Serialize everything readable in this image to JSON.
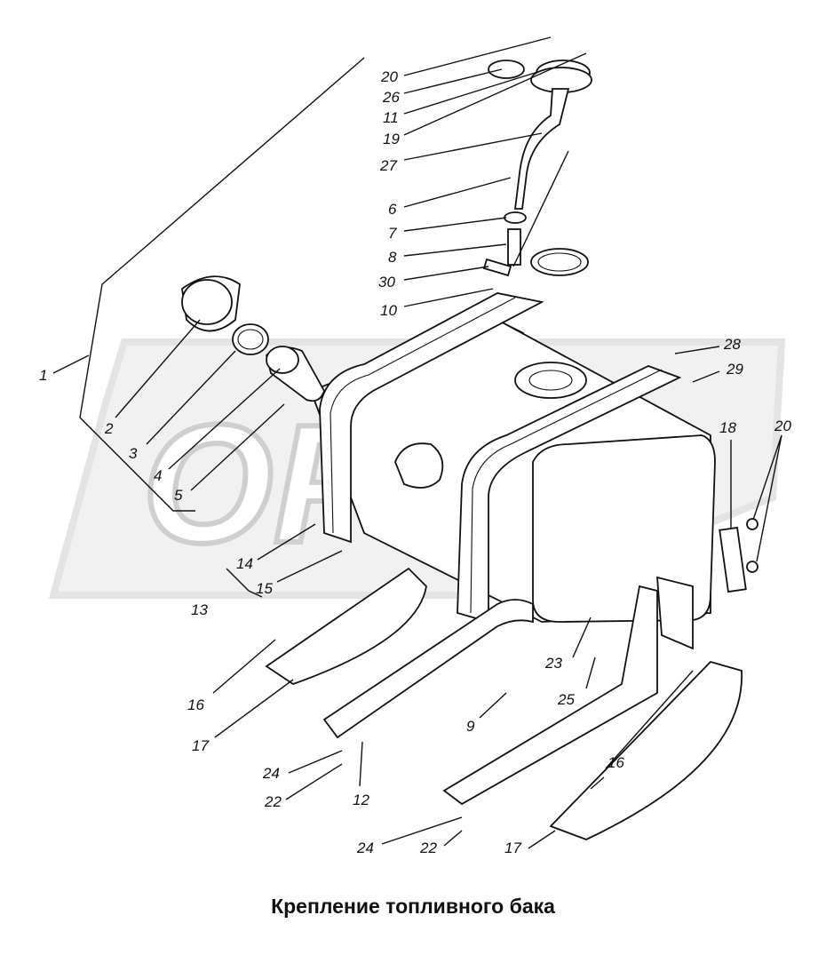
{
  "caption": "Крепление топливного бака",
  "watermark": "OPEX",
  "colors": {
    "line": "#111111",
    "watermark": "#d6d6d6",
    "background": "#ffffff"
  },
  "labels": {
    "l1": "1",
    "l2": "2",
    "l3": "3",
    "l4": "4",
    "l5": "5",
    "l6": "6",
    "l7": "7",
    "l8": "8",
    "l9": "9",
    "l10": "10",
    "l11": "11",
    "l12": "12",
    "l13": "13",
    "l14": "14",
    "l15": "15",
    "l16a": "16",
    "l16b": "16",
    "l17a": "17",
    "l17b": "17",
    "l18": "18",
    "l19": "19",
    "l20a": "20",
    "l20b": "20",
    "l22a": "22",
    "l22b": "22",
    "l23": "23",
    "l24a": "24",
    "l24b": "24",
    "l25": "25",
    "l26": "26",
    "l27": "27",
    "l28": "28",
    "l29": "29",
    "l30": "30"
  }
}
